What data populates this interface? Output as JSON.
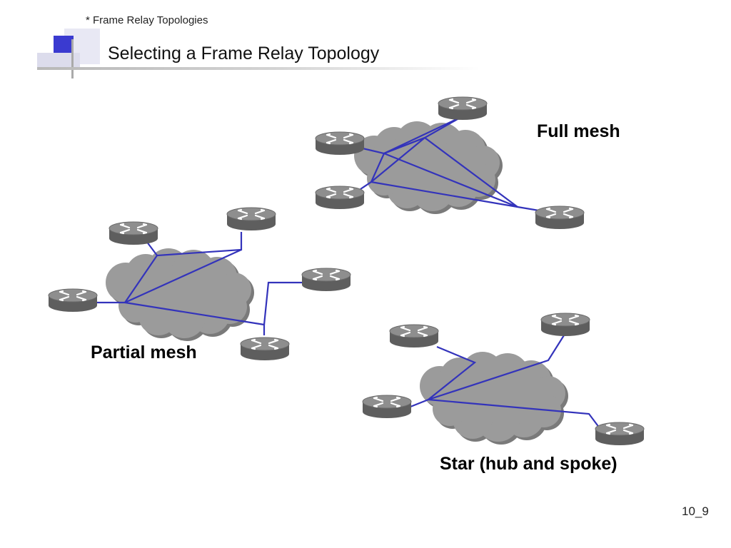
{
  "header": {
    "breadcrumb": "* Frame Relay Topologies",
    "title": "Selecting a Frame Relay Topology"
  },
  "diagrams": {
    "full_mesh": {
      "label": "Full mesh"
    },
    "partial_mesh": {
      "label": "Partial mesh"
    },
    "star": {
      "label": "Star (hub and spoke)"
    }
  },
  "footer": {
    "page_number": "10_9"
  },
  "icons": {
    "router": "router-icon",
    "cloud": "network-cloud-icon"
  },
  "colors": {
    "link": "#3333bb",
    "cloud": "#9b9b9b",
    "router_body": "#7c7c7c",
    "accent": "#3333cc"
  }
}
